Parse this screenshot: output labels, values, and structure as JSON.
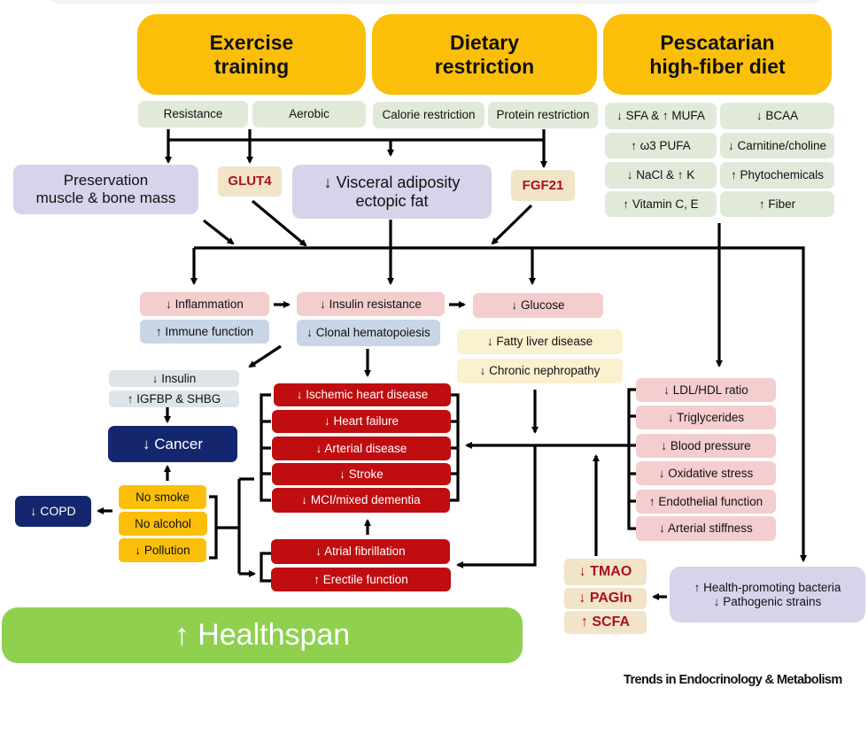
{
  "interventions": {
    "exercise": {
      "title_line1": "Exercise",
      "title_line2": "training",
      "types": [
        "Resistance",
        "Aerobic"
      ]
    },
    "dietary": {
      "title_line1": "Dietary",
      "title_line2": "restriction",
      "types": [
        "Calorie restriction",
        "Protein restriction"
      ]
    },
    "pescatarian": {
      "title_line1": "Pescatarian",
      "title_line2": "high-fiber diet",
      "components": [
        "↓ SFA & ↑ MUFA",
        "↓ BCAA",
        "↑ ω3 PUFA",
        "↓ Carnitine/choline",
        "↓ NaCl  & ↑ K",
        "↑ Phytochemicals",
        "↑ Vitamin C, E",
        "↑ Fiber"
      ]
    }
  },
  "mediators": {
    "preservation_line1": "Preservation",
    "preservation_line2": "muscle & bone mass",
    "glut4": "GLUT4",
    "visceral_line1": "↓ Visceral adiposity",
    "visceral_line2": "ectopic fat",
    "fgf21": "FGF21"
  },
  "metabolic": {
    "inflammation": "↓ Inflammation",
    "immune": "↑ Immune function",
    "insulin_resistance": "↓ Insulin resistance",
    "clonal": "↓ Clonal hematopoiesis",
    "glucose": "↓ Glucose",
    "fatty_liver": "↓ Fatty liver disease",
    "nephropathy": "↓ Chronic nephropathy"
  },
  "cancer_path": {
    "insulin": "↓ Insulin",
    "igfbp": "↑ IGFBP & SHBG",
    "cancer": "↓ Cancer",
    "copd": "↓ COPD"
  },
  "lifestyle": [
    "No smoke",
    "No alcohol",
    "↓ Pollution"
  ],
  "cardio_outcomes": [
    "↓ Ischemic heart disease",
    "↓ Heart failure",
    "↓ Arterial disease",
    "↓ Stroke",
    "↓ MCI/mixed dementia"
  ],
  "other_outcomes": [
    "↓ Atrial fibrillation",
    "↑ Erectile function"
  ],
  "vascular_factors": [
    "↓ LDL/HDL ratio",
    "↓ Triglycerides",
    "↓ Blood pressure",
    "↓ Oxidative stress",
    "↑ Endothelial function",
    "↓ Arterial stiffness"
  ],
  "metabolites": [
    "↓ TMAO",
    "↓ PAGln",
    "↑ SCFA"
  ],
  "microbiome": {
    "line1": "↑ Health-promoting bacteria",
    "line2": "↓ Pathogenic strains"
  },
  "healthspan": "↑ Healthspan",
  "journal": "Trends in Endocrinology & Metabolism"
}
